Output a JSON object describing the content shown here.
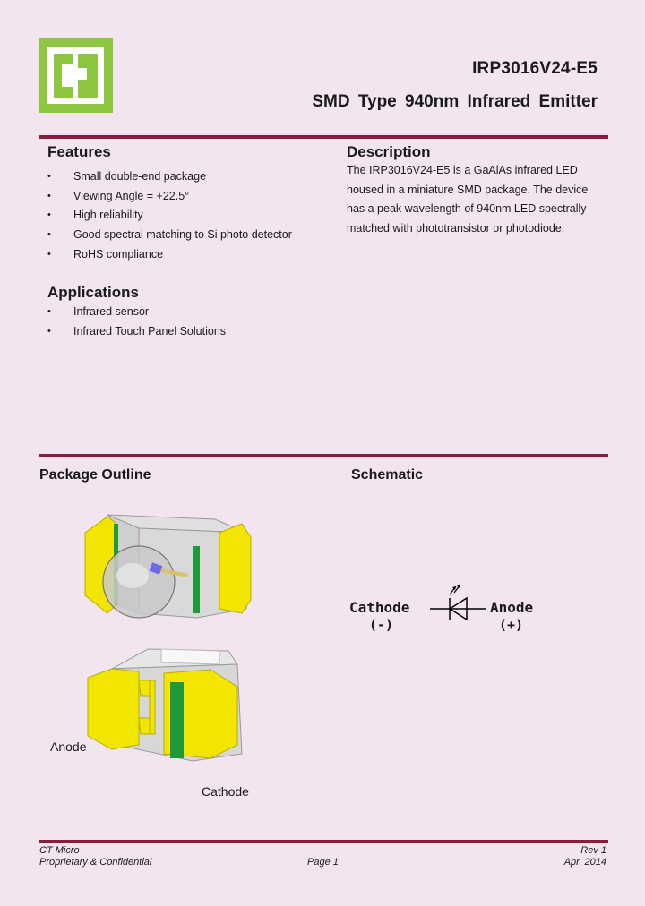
{
  "header": {
    "part_number": "IRP3016V24-E5",
    "subtitle": "SMD Type 940nm Infrared Emitter"
  },
  "features": {
    "heading": "Features",
    "items": [
      "Small double-end package",
      "Viewing Angle = +22.5°",
      "High reliability",
      "Good spectral matching to Si photo detector",
      "RoHS compliance"
    ]
  },
  "applications": {
    "heading": "Applications",
    "items": [
      "Infrared sensor",
      "Infrared Touch Panel Solutions"
    ]
  },
  "description": {
    "heading": "Description",
    "lines": [
      "The IRP3016V24-E5 is a GaAlAs infrared LED",
      "housed in a miniature SMD package. The device",
      "has a peak wavelength of 940nm LED spectrally",
      "matched with phototransistor or photodiode."
    ]
  },
  "package": {
    "heading": "Package Outline",
    "anode_label": "Anode",
    "cathode_label": "Cathode"
  },
  "schematic": {
    "heading": "Schematic",
    "cathode": "Cathode",
    "cathode_sign": "(-)",
    "anode": "Anode",
    "anode_sign": "(+)"
  },
  "footer": {
    "company": "CT Micro",
    "confidential": "Proprietary & Confidential",
    "page": "Page 1",
    "rev": "Rev 1",
    "date": "Apr. 2014"
  },
  "colors": {
    "background": "#f3e5ef",
    "rule": "#8a1c3b",
    "logo": "#8dc63f",
    "pad_yellow": "#f2e600",
    "pad_green": "#1e9a3a"
  }
}
